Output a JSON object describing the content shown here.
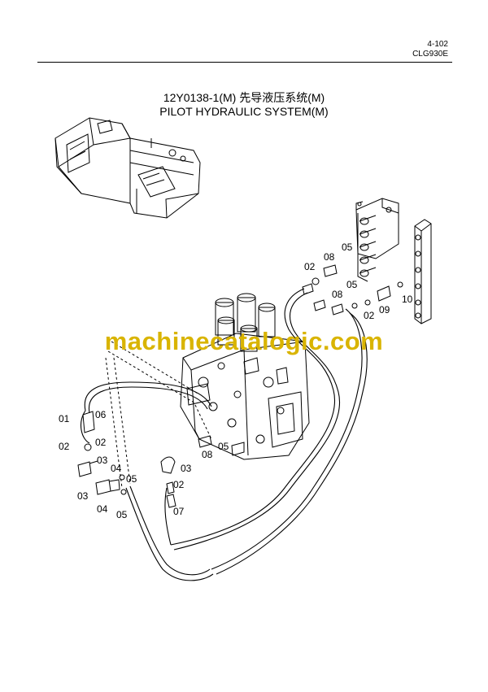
{
  "header": {
    "page_number": "4-102",
    "model": "CLG930E"
  },
  "title": {
    "cn": "12Y0138-1(M) 先导液压系统(M)",
    "en": "PILOT HYDRAULIC SYSTEM(M)"
  },
  "watermark": "machinecatalogic.com",
  "callouts": {
    "p1": "02",
    "p2": "08",
    "p3": "05",
    "p4": "08",
    "p5": "05",
    "p6": "02",
    "p7": "09",
    "p8": "10",
    "p9": "01",
    "p10": "06",
    "p11": "02",
    "p12": "02",
    "p13": "03",
    "p14": "04",
    "p15": "05",
    "p16": "03",
    "p17": "04",
    "p18": "05",
    "p19": "08",
    "p20": "05",
    "p21": "03",
    "p22": "02",
    "p23": "07"
  }
}
